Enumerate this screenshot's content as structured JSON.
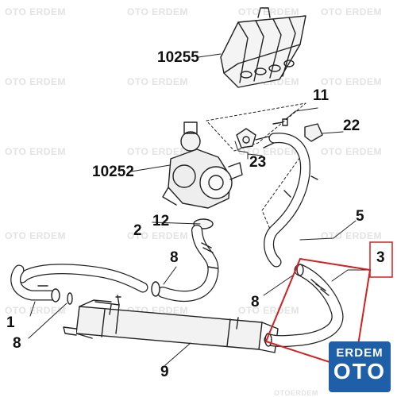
{
  "watermark": {
    "text": "OTO ERDEM"
  },
  "footer_watermark": "OTOERDEM",
  "logo": {
    "line1": "ERDEM",
    "line2": "OTO",
    "color": "#1f5fa8"
  },
  "highlight_color": "#d32020",
  "callouts": {
    "p10255": "10255",
    "p11": "11",
    "p22": "22",
    "p10252": "10252",
    "p23": "23",
    "p2": "2",
    "p12": "12",
    "p5": "5",
    "p3": "3",
    "p8a": "8",
    "p8b": "8",
    "p8c": "8",
    "p1": "1",
    "p9": "9"
  }
}
